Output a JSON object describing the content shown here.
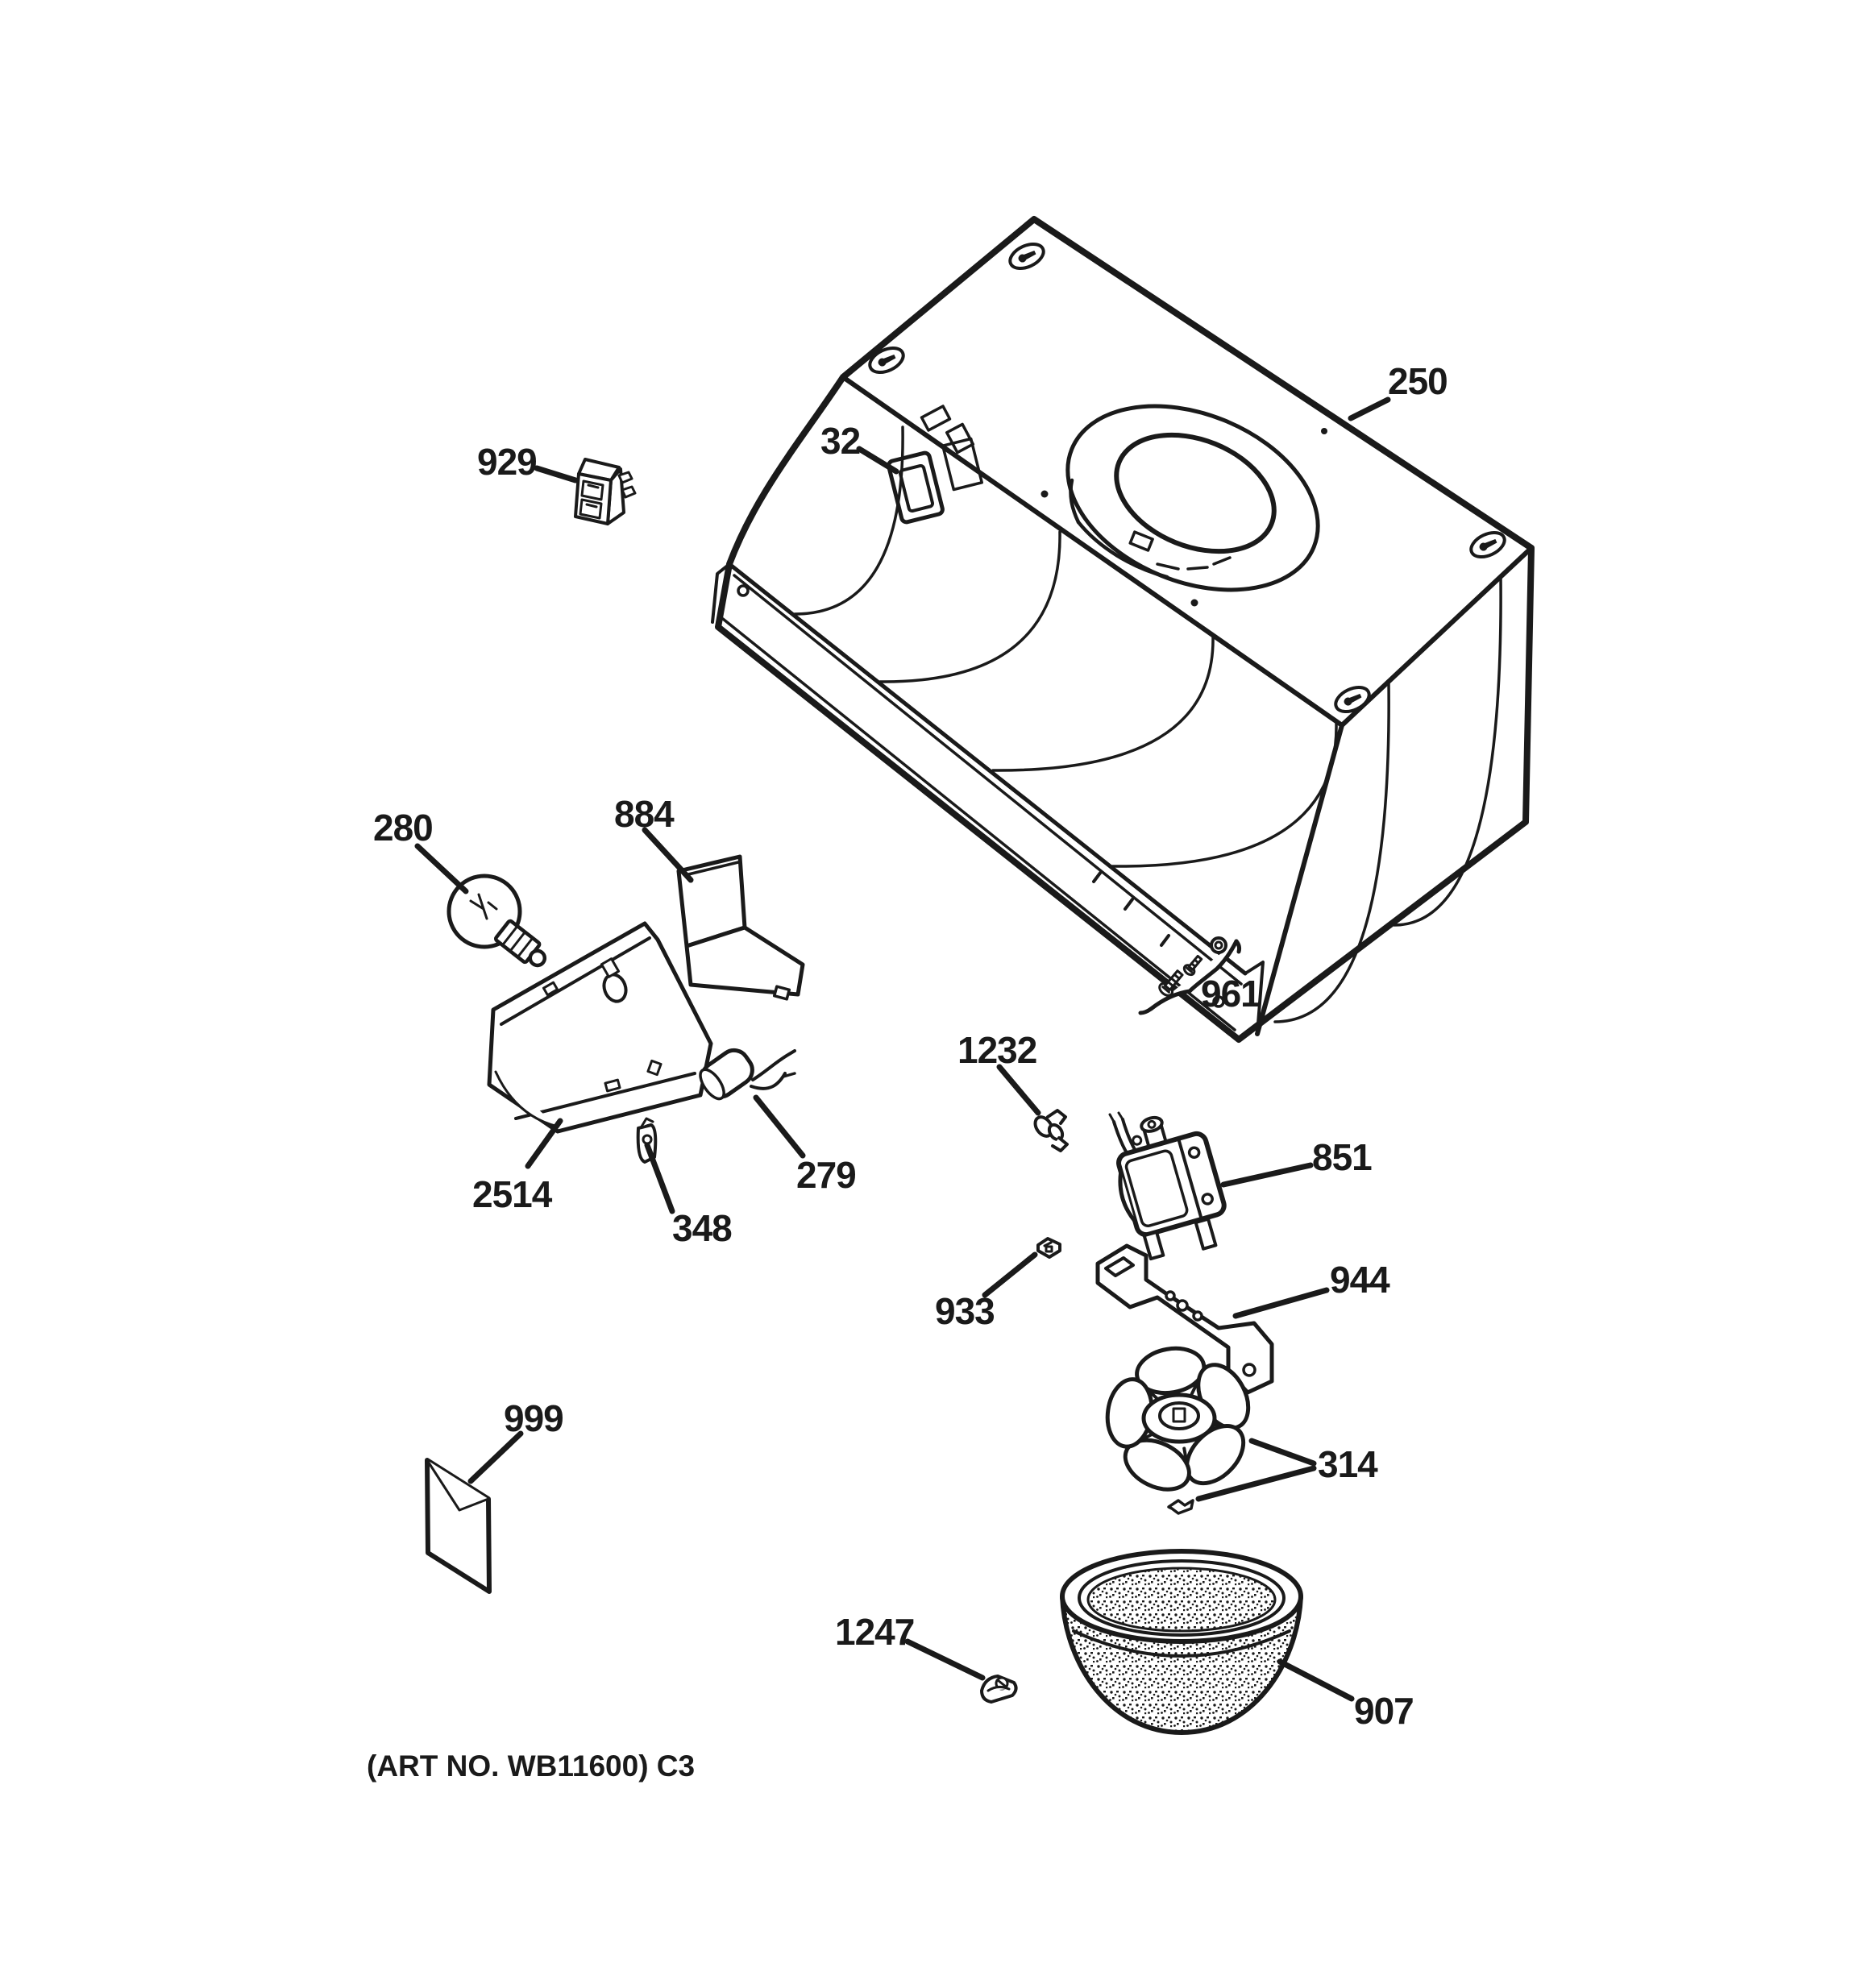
{
  "page": {
    "background_color": "#ffffff",
    "ink_color": "#1a1a1a"
  },
  "footer": {
    "art_no_label": "(ART NO. WB11600) C3"
  },
  "parts": [
    {
      "number": "929"
    },
    {
      "number": "32"
    },
    {
      "number": "250"
    },
    {
      "number": "280"
    },
    {
      "number": "884"
    },
    {
      "number": "2514"
    },
    {
      "number": "348"
    },
    {
      "number": "279"
    },
    {
      "number": "961"
    },
    {
      "number": "1232"
    },
    {
      "number": "851"
    },
    {
      "number": "933"
    },
    {
      "number": "944"
    },
    {
      "number": "999"
    },
    {
      "number": "314"
    },
    {
      "number": "1247"
    },
    {
      "number": "907"
    }
  ]
}
